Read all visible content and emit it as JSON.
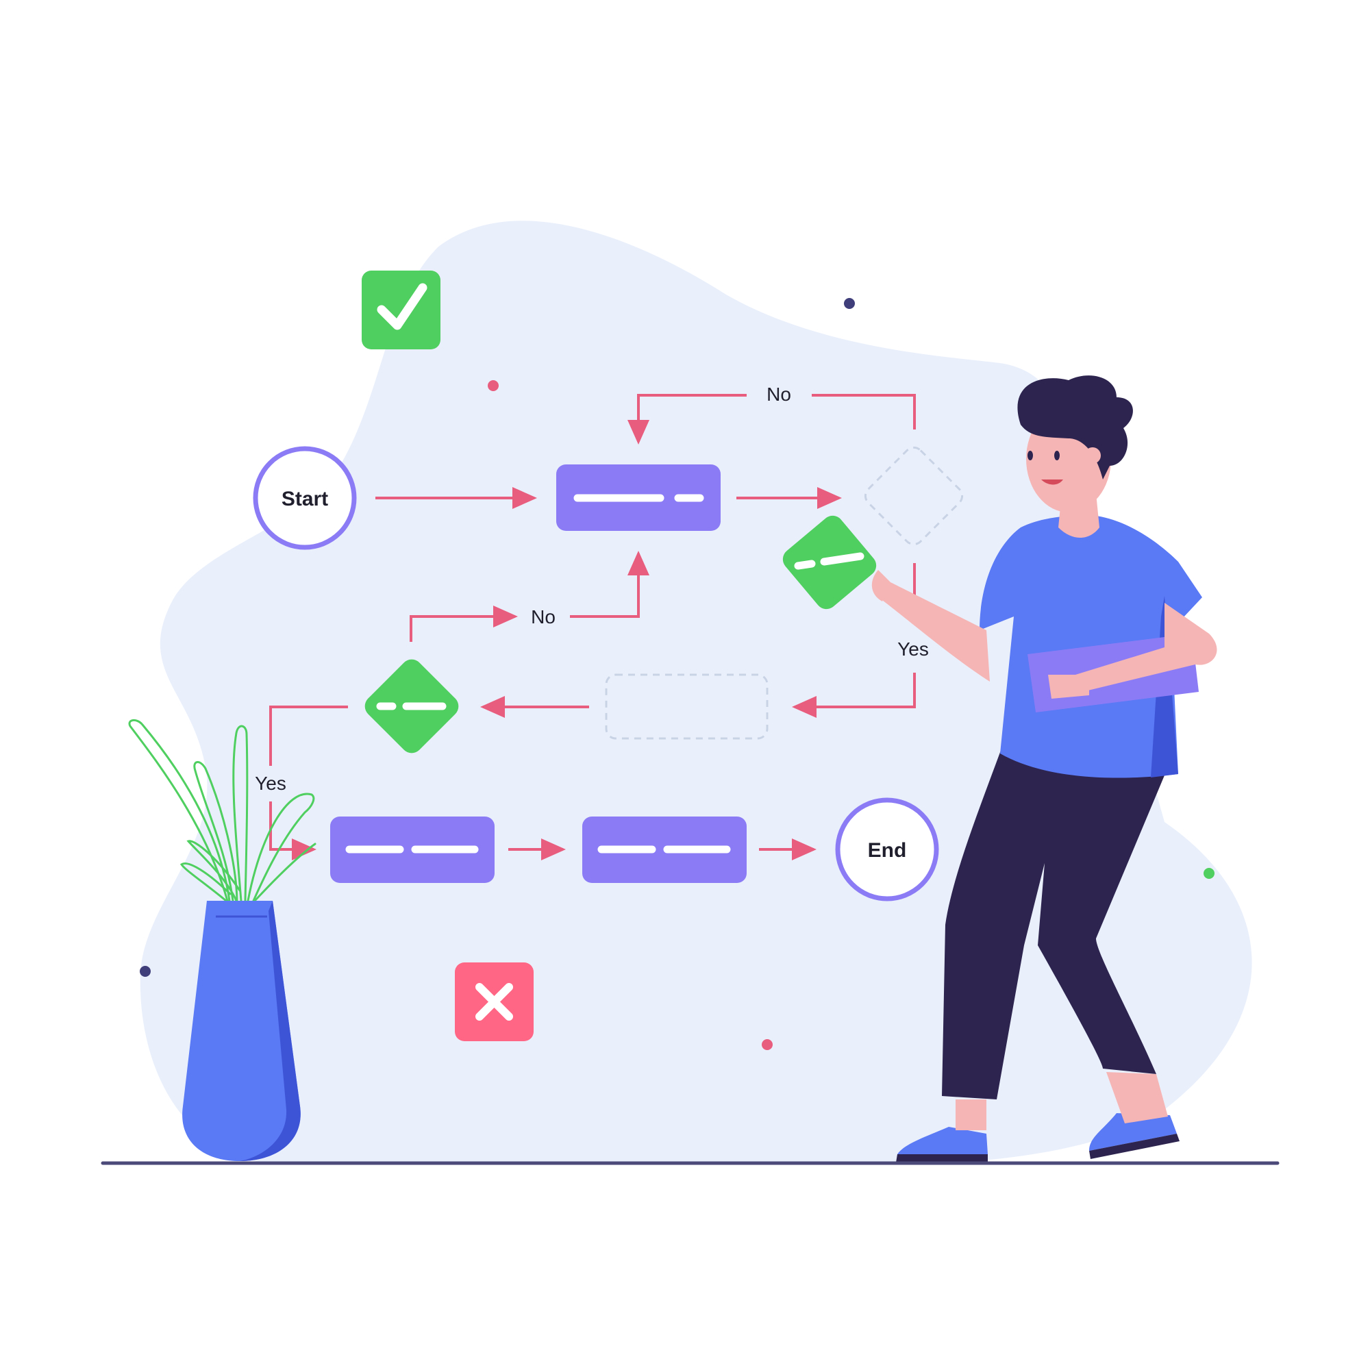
{
  "flowchart": {
    "start_label": "Start",
    "end_label": "End",
    "edge_labels": {
      "top_loop": "No",
      "middle_loop": "No",
      "right_branch": "Yes",
      "left_branch": "Yes"
    }
  },
  "colors": {
    "process": "#8b7cf6",
    "decision": "#4fcf5f",
    "edge": "#e85d7e",
    "terminal_ring": "#8b7cf6",
    "blob": "#eaf0fb",
    "accept": "#4fcf5f",
    "reject": "#ff6584",
    "ground": "#4b4a78"
  },
  "icons": [
    "check-icon",
    "close-icon"
  ]
}
